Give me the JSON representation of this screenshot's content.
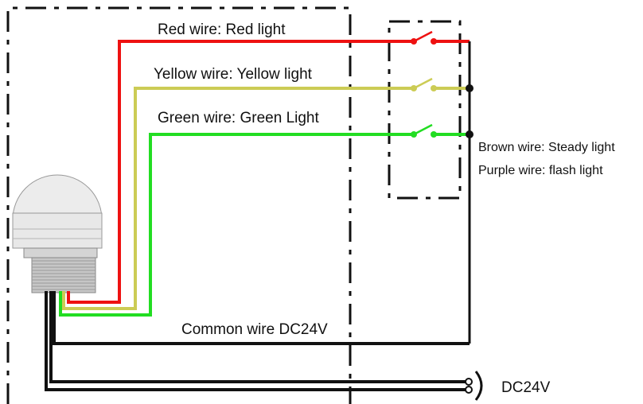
{
  "labels": {
    "red_wire": "Red wire: Red light",
    "yellow_wire": "Yellow wire: Yellow light",
    "green_wire": "Green wire: Green Light",
    "brown_wire": "Brown wire: Steady light",
    "purple_wire": "Purple wire: flash light",
    "common_wire": "Common wire DC24V",
    "supply": "DC24V"
  },
  "colors": {
    "red": "#ee1111",
    "yellow": "#cccc55",
    "green": "#22dd22",
    "black": "#111111",
    "lamp_body": "#e6e6e6",
    "lamp_thread": "#bdbdbd"
  },
  "icons": {
    "lamp": "signal-light-icon",
    "switch": "switch-icon",
    "terminal": "terminal-icon"
  }
}
